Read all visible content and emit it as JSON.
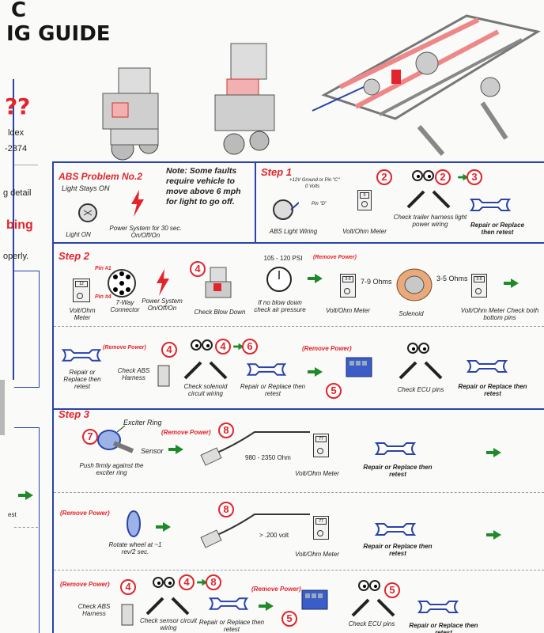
{
  "header": {
    "title_line1": "C",
    "title_line2": "IG GUIDE"
  },
  "sidebar": {
    "q": "?",
    "dex": "ldex",
    "num": "-2374",
    "detail": "g detail",
    "bing": "bing",
    "perly": "operly.",
    "est": "est"
  },
  "problem": {
    "title": "ABS Problem No.2",
    "subtitle": "Light Stays ON",
    "note": "Note: Some faults require vehicle to move above 6 mph for light to go off.",
    "light_on": "Light ON",
    "power_system": "Power System for 30 sec. On/Off/On"
  },
  "step1": {
    "title": "Step 1",
    "wire_labels": [
      "+12V Ground or Pin \"C\"",
      "0 Volts",
      "Pin \"D\""
    ],
    "abs_light_wiring": "ABS Light Wiring",
    "volt_ohm_meter": "Volt/Ohm Meter",
    "check_trailer": "Check trailer harness light power wiring",
    "repair": "Repair or Replace then retest",
    "circles": [
      "2",
      "2",
      "3"
    ]
  },
  "step2": {
    "title": "Step 2",
    "pins": [
      "Pin #1",
      "Pin #4"
    ],
    "meter_label": "Volt/Ohm Meter",
    "connector": "7-Way Connector",
    "power_system": "Power System On/Off/On",
    "check_blow_down": "Check Blow Down",
    "circle4": "4",
    "psi": "105 - 120 PSI",
    "remove_power": "(Remove Power)",
    "no_blow_down": "If no blow down check air pressure",
    "ohms_7_9": "7-9 Ohms",
    "ohms_3_5": "3-5 Ohms",
    "volt_meter": "Volt/Ohm Meter",
    "solenoid": "Solenoid",
    "meter_check": "Volt/Ohm Meter Check both bottom pins"
  },
  "step2b": {
    "repair1": "Repair or Replace then retest",
    "remove_power1": "(Remove Power)",
    "circle4": "4",
    "check_abs": "Check ABS Harness",
    "circles": [
      "4",
      "6"
    ],
    "check_solenoid": "Check solenoid circuit wiring",
    "repair2": "Repair or Replace then retest",
    "remove_power2": "(Remove Power)",
    "circle5": "5",
    "check_ecu": "Check ECU pins",
    "repair3": "Repair or Replace then retest"
  },
  "step3": {
    "title": "Step 3",
    "exciter": "Exciter Ring",
    "sensor": "Sensor",
    "circle7": "7",
    "push": "Push firmly against the exciter ring",
    "remove_power": "(Remove Power)",
    "circle8": "8",
    "ohm_range": "980 - 2350 Ohm",
    "meter": "Volt/Ohm Meter",
    "repair": "Repair or Replace then retest"
  },
  "step3b": {
    "remove_power": "(Remove Power)",
    "rotate": "Rotate wheel at ~1 rev/2 sec.",
    "circle8": "8",
    "volt": "> .200 volt",
    "meter": "Volt/Ohm Meter",
    "repair": "Repair or Replace then retest"
  },
  "step3c": {
    "remove_power1": "(Remove Power)",
    "circle4": "4",
    "check_abs": "Check ABS Harness",
    "circles": [
      "4",
      "8"
    ],
    "check_sensor": "Check sensor circuit wiring",
    "repair1": "Repair or Replace then retest",
    "remove_power2": "(Remove Power)",
    "circle5a": "5",
    "circle5b": "5",
    "check_ecu": "Check ECU pins",
    "repair2": "Repair or Replace then retest"
  },
  "colors": {
    "accent": "#e2242c",
    "border": "#2a43a8",
    "arrow": "#1e8a2a"
  }
}
